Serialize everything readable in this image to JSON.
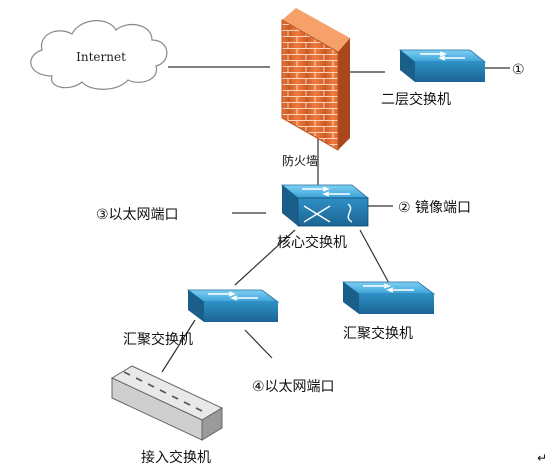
{
  "labels": {
    "internet": "Internet",
    "firewall": "防火墙",
    "l2_switch": "二层交换机",
    "core_switch": "核心交换机",
    "agg_switch_left": "汇聚交换机",
    "agg_switch_right": "汇聚交换机",
    "access_switch": "接入交换机",
    "callout_1": "①",
    "callout_2": "② 镜像端口",
    "callout_3": "③以太网端口",
    "callout_4": "④以太网端口",
    "trailing_mark": "↵"
  },
  "colors": {
    "firewall_brick": "#e8703a",
    "firewall_dark": "#a9461b",
    "switch_blue": "#3aa2d8",
    "switch_dark": "#1e6f9e",
    "line": "#333333",
    "access_body": "#f2f2f2"
  }
}
